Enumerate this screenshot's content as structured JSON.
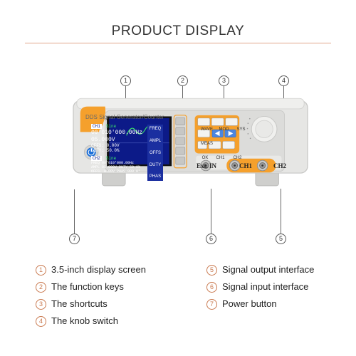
{
  "header": {
    "title": "PRODUCT DISPLAY"
  },
  "callouts": [
    "1",
    "2",
    "3",
    "4",
    "5",
    "6",
    "7"
  ],
  "device": {
    "model_label": "DDS Signal Generator/Counter",
    "screen": {
      "ch1_tag": "CH1",
      "ch1_wave": "Sine",
      "ch1_freq": "00'010'000.00",
      "ch1_freq_unit": "Hz",
      "ch1_ampl": "05.000V",
      "ch1_offs": "OFFS: 0.00V",
      "ch1_duty": "DUTY: 50.0%",
      "ch2_tag": "CH2",
      "ch2_wave": "Sine",
      "ch2_line1": "FREQ 00'010'000.00Hz",
      "ch2_line2": "AMPL 05.000V DUTY 50.0%",
      "ch2_line3": "OFFS. 0.00V PHAS.000.0°"
    },
    "function_keys": [
      "FREQ",
      "AMPL",
      "OFFS",
      "DUTY",
      "PHAS"
    ],
    "shortcuts": {
      "row1": [
        "WAVE",
        "MOD",
        "SYS"
      ],
      "row2_left": "MEAS",
      "row3": [
        "OK",
        "CH1",
        "CH2"
      ]
    },
    "ports": [
      "Ext. IN",
      "CH1",
      "CH2"
    ]
  },
  "legend": [
    {
      "num": "1",
      "text": "3.5-inch display screen"
    },
    {
      "num": "2",
      "text": "The function keys"
    },
    {
      "num": "3",
      "text": "The shortcuts"
    },
    {
      "num": "4",
      "text": "The knob switch"
    },
    {
      "num": "5",
      "text": "Signal output interface"
    },
    {
      "num": "6",
      "text": "Signal input interface"
    },
    {
      "num": "7",
      "text": "Power button"
    }
  ],
  "colors": {
    "accent": "#f5a02c",
    "screen_bg": "#0c1a88",
    "power_blue": "#1c6fd8",
    "device_body": "#e4e4e2"
  }
}
